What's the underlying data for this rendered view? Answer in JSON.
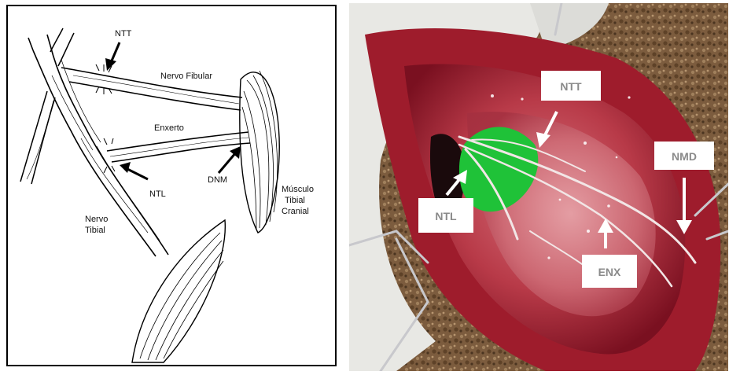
{
  "diagram": {
    "labels": {
      "ntt": "NTT",
      "nervo_fibular": "Nervo Fibular",
      "enxerto": "Enxerto",
      "dnm": "DNM",
      "ntl": "NTL",
      "nervo": "Nervo",
      "tibial": "Tibial",
      "musculo": "Músculo",
      "musculo_tibial": "Tibial",
      "cranial": "Cranial"
    }
  },
  "photo": {
    "labels": {
      "ntt": "NTT",
      "ntl": "NTL",
      "nmd": "NMD",
      "enx": "ENX"
    },
    "colors": {
      "tissue": "#b22a35",
      "tissue_dark": "#7a1020",
      "marker_green": "#1fc238",
      "background_cork": "#8a6a4a",
      "fur": "#e8e8e4"
    }
  }
}
